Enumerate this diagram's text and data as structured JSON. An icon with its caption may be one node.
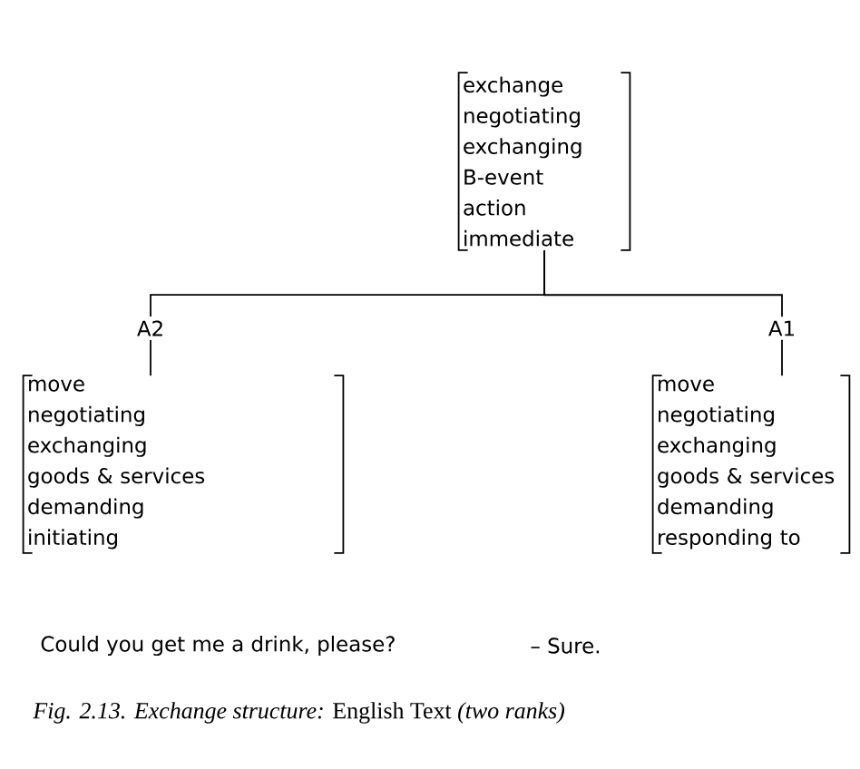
{
  "diagram": {
    "caption": "*Fig. 2.13. Exchange structure:* English Text *(two ranks)*",
    "nodes": [
      {
        "text": [
          "exchange",
          "negotiating",
          "exchanging",
          "B-event",
          "action",
          "immediate"
        ]
      },
      {
        "text": [
          "A2"
        ]
      },
      {
        "text": [
          "A1"
        ]
      },
      {
        "text": [
          "move",
          "negotiating",
          "exchanging",
          "goods & services",
          "demanding",
          "initiating"
        ]
      },
      {
        "text": [
          "move",
          "negotiating",
          "exchanging",
          "goods & services",
          "demanding",
          "responding to"
        ]
      }
    ],
    "edges": [
      {
        "from": 0,
        "to": 1,
        "arrow": "none"
      },
      {
        "from": 0,
        "to": 2,
        "arrow": "none"
      },
      {
        "from": 1,
        "to": 3,
        "arrow": "none"
      },
      {
        "from": 2,
        "to": 4,
        "arrow": "none"
      }
    ],
    "labels": [
      "Could you get me a drink, please?",
      "– Sure."
    ]
  }
}
